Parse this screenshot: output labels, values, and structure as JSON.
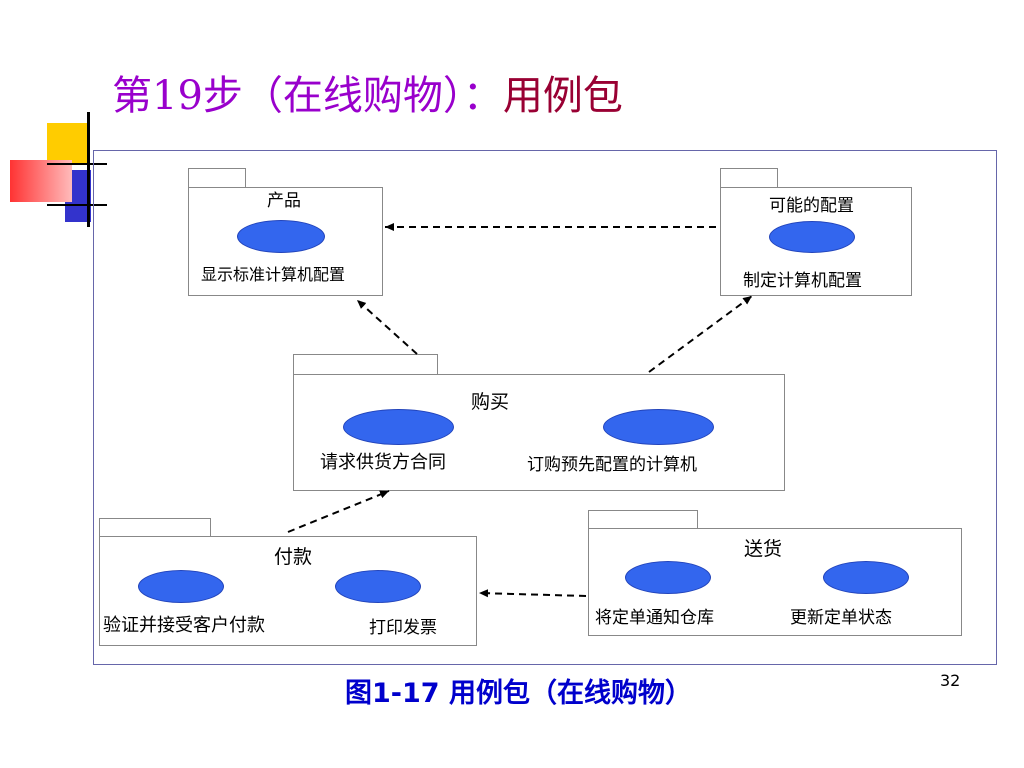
{
  "title": {
    "part1": "第19步（在线购物）：",
    "part2": "用例包"
  },
  "packages": {
    "product": {
      "name": "产品",
      "use_cases": [
        "显示标准计算机配置"
      ]
    },
    "possible_config": {
      "name": "可能的配置",
      "use_cases": [
        "制定计算机配置"
      ]
    },
    "purchase": {
      "name": "购买",
      "use_cases": [
        "请求供货方合同",
        "订购预先配置的计算机"
      ]
    },
    "payment": {
      "name": "付款",
      "use_cases": [
        "验证并接受客户付款",
        "打印发票"
      ]
    },
    "delivery": {
      "name": "送货",
      "use_cases": [
        "将定单通知仓库",
        "更新定单状态"
      ]
    }
  },
  "dependencies": [
    {
      "from": "可能的配置",
      "to": "产品"
    },
    {
      "from": "购买",
      "to": "产品"
    },
    {
      "from": "购买",
      "to": "可能的配置"
    },
    {
      "from": "付款",
      "to": "购买"
    },
    {
      "from": "送货",
      "to": "付款"
    }
  ],
  "colors": {
    "title_purple": "#9900cc",
    "title_red": "#990033",
    "use_case_fill": "#3366ee",
    "caption_blue": "#0000cc"
  },
  "caption": "图1-17 用例包（在线购物）",
  "page_number": "32"
}
